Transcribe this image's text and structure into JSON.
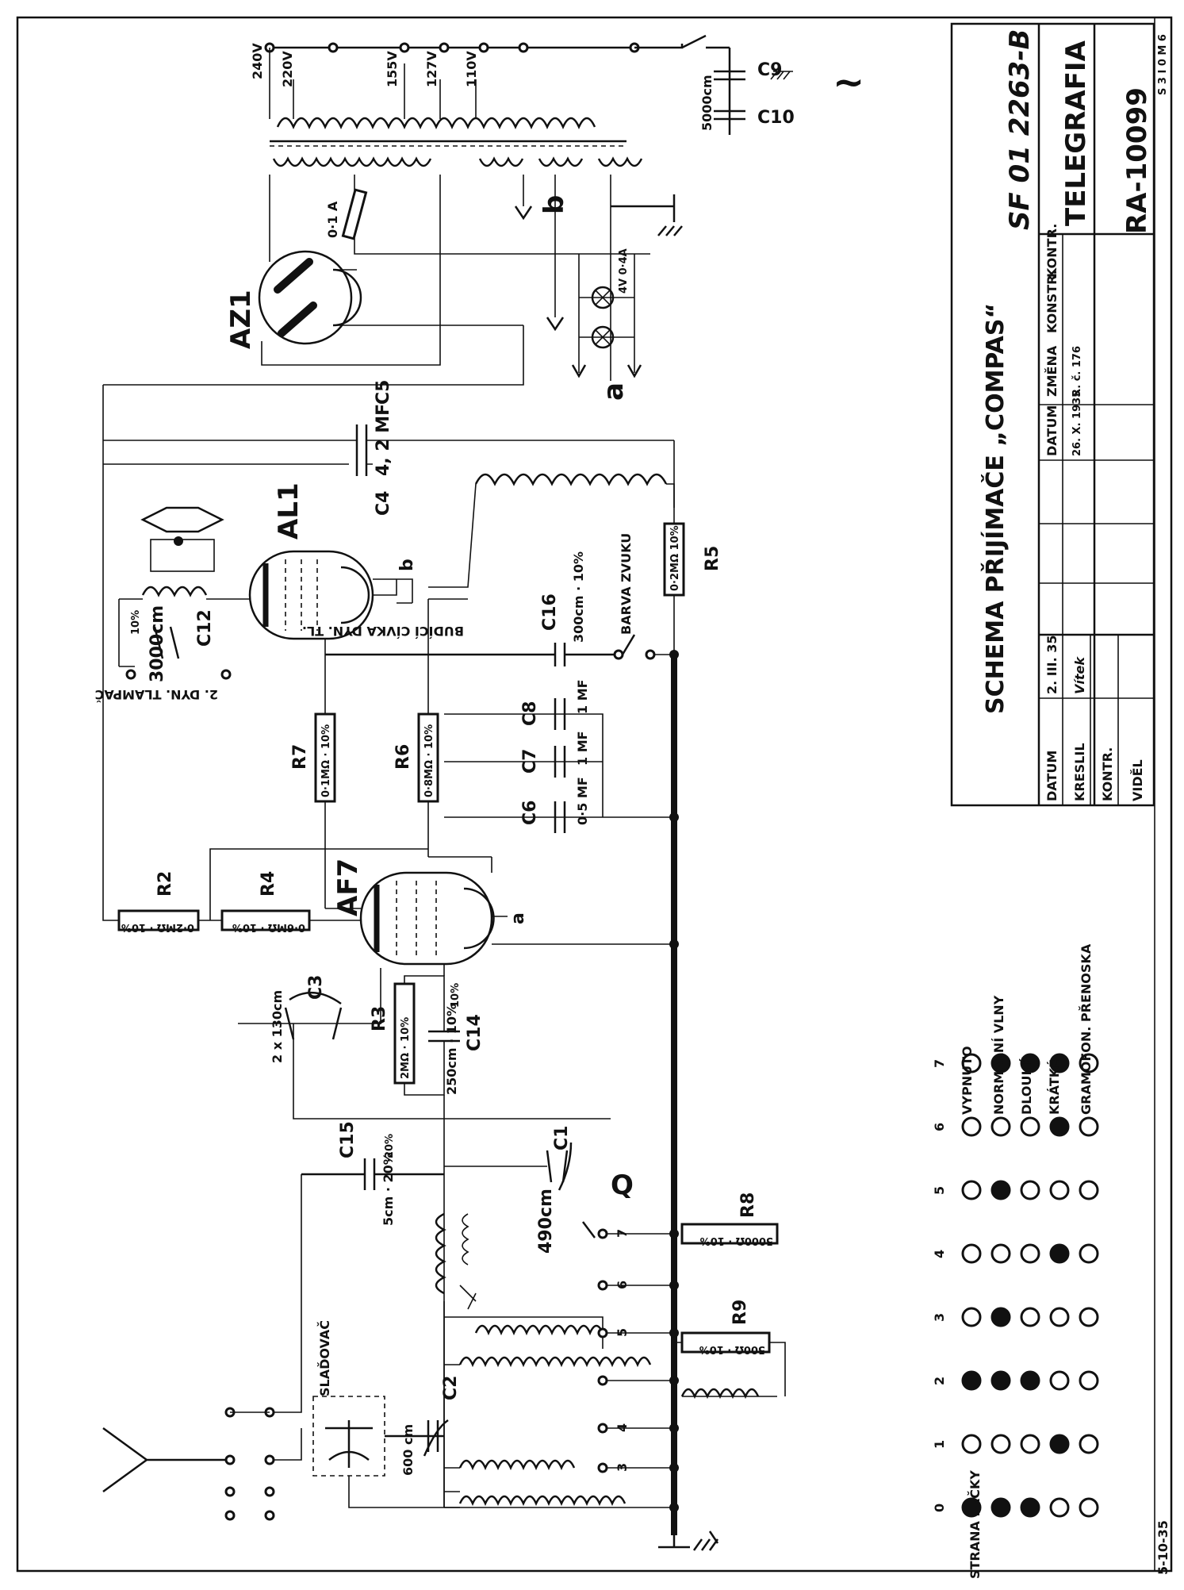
{
  "title_block": {
    "drawing_title": "SCHEMA PŘIJÍMAČE „COMPAS“",
    "drawing_code": "SF 01 2263-B",
    "company": "TELEGRAFIA",
    "drawing_number": "RA-10099",
    "corner_code": "S 3 I 0 M 6",
    "headers": [
      "DATUM",
      "ZMĚNA",
      "KONSTR.",
      "KONTR."
    ],
    "row1_label": "DATUM",
    "row1_value": "2. III. 35",
    "rows": [
      {
        "label": "KRESLIL",
        "value": "Vítek"
      },
      {
        "label": "KONTR.",
        "value": ""
      },
      {
        "label": "VIDĚL",
        "value": ""
      }
    ],
    "change_date": "26. X. 1935",
    "change_text": "R. č. 176"
  },
  "tubes": {
    "rectifier": "AZ1",
    "output": "AL1",
    "detector": "AF7"
  },
  "transformer": {
    "taps": [
      "240V",
      "220V",
      "155V",
      "127V",
      "110V"
    ],
    "primary_cap": "5000cm",
    "caps": [
      "C9",
      "C10"
    ],
    "fuse": "0·1 A",
    "lamps": "4V 0·4A",
    "heater_a": "a",
    "heater_b": "b",
    "mains": "~"
  },
  "components": {
    "c5": "C5",
    "c5_value": "4, 2 MF",
    "c4": "C4",
    "speaker_note": "BUDÍCÍ CÍVKA DYN. TL.",
    "c12": "C12",
    "c12_value": "3000cm",
    "c12_tol": "10%",
    "ext_speaker": "2. DYN. TLAMPAČ",
    "c16": "C16",
    "c16_value": "300cm · 10%",
    "switch_label": "BARVA ZVUKU",
    "r5": "R5",
    "r5_value": "0·2MΩ 10%",
    "r7": "R7",
    "r7_value": "0·1MΩ · 10%",
    "r6": "R6",
    "r6_value": "0·8MΩ · 10%",
    "c6": "C6",
    "c6_value": "0·5 MF",
    "c7": "C7",
    "c7_value": "1 MF",
    "c8": "C8",
    "c8_value": "1 MF",
    "r2": "R2",
    "r2_value": "0·2MΩ · 10%",
    "r4": "R4",
    "r4_value": "0·6MΩ · 10%",
    "c3": "C3",
    "c3_value": "2 x 130cm",
    "r3": "R3",
    "r3_value": "2MΩ · 10%",
    "c14": "C14",
    "c14_value": "250cm · 10%",
    "c15": "C15",
    "c15_value": "5cm · 20%",
    "c1": "C1",
    "c1_value": "490cm",
    "r8": "R8",
    "r8_value": "5000Ω · 10%",
    "r9": "R9",
    "r9_value": "500Ω · 10%",
    "c2": "C2",
    "c2_value": "600 cm",
    "trimmer": "SLAĎOVAČ",
    "heater_a_label": "a",
    "heater_b_label": "b"
  },
  "switch_table": {
    "row_label": "STRANA PÁČKY",
    "columns": [
      "0",
      "1",
      "2",
      "3",
      "4",
      "5",
      "6",
      "7"
    ],
    "rows": [
      {
        "label": "VYPNUTO",
        "cells": [
          1,
          0,
          1,
          0,
          0,
          0,
          0,
          0
        ]
      },
      {
        "label": "NORMÁLNÍ VLNY",
        "cells": [
          1,
          0,
          1,
          1,
          0,
          1,
          0,
          1
        ]
      },
      {
        "label": "DLOUHÉ",
        "cells": [
          1,
          0,
          1,
          0,
          0,
          0,
          0,
          1
        ]
      },
      {
        "label": "KRÁTKÉ",
        "cells": [
          0,
          1,
          0,
          0,
          1,
          0,
          1,
          1
        ]
      },
      {
        "label": "GRAMOFON. PŘENOSKA",
        "cells": [
          0,
          0,
          0,
          0,
          0,
          0,
          0,
          0
        ]
      }
    ]
  },
  "margin_note": "5-10-35",
  "switch_positions": [
    "1",
    "2",
    "3",
    "4",
    "5",
    "6",
    "7",
    "0"
  ]
}
